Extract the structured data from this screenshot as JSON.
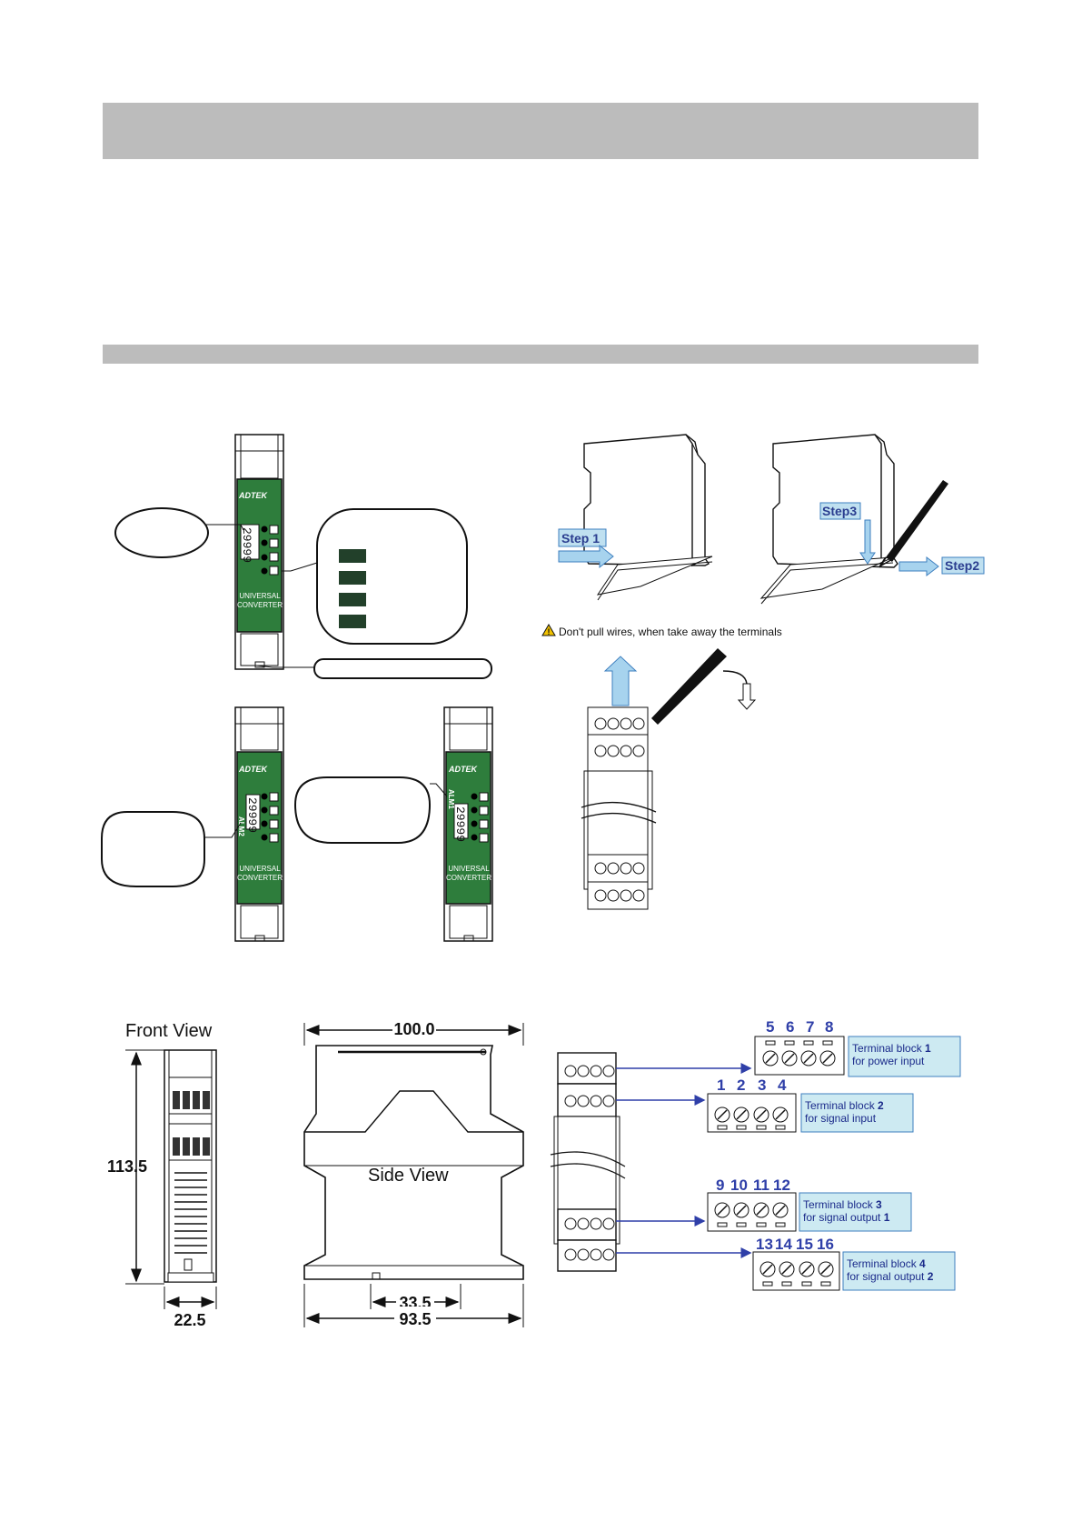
{
  "brand": "ADTEK",
  "device": {
    "display_value": "29999",
    "name_line1": "UNIVERSAL",
    "name_line2": "CONVERTER",
    "side_label_left": "ALM2",
    "side_label_right": "ALM1"
  },
  "mounting": {
    "step1": "Step 1",
    "step2": "Step2",
    "step3": "Step3",
    "warning": "Don't pull wires, when take away the terminals"
  },
  "dimensions": {
    "front_view_label": "Front View",
    "side_view_label": "Side View",
    "width_top": "100.0",
    "height": "113.5",
    "width_front": "22.5",
    "rail_width": "33.5",
    "depth": "93.5"
  },
  "terminals": [
    {
      "pins": [
        "5",
        "6",
        "7",
        "8"
      ],
      "title_prefix": "Terminal block ",
      "number": "1",
      "desc": "for power input"
    },
    {
      "pins": [
        "1",
        "2",
        "3",
        "4"
      ],
      "title_prefix": "Terminal block ",
      "number": "2",
      "desc": "for signal input"
    },
    {
      "pins": [
        "9",
        "10",
        "11",
        "12"
      ],
      "title_prefix": "Terminal block ",
      "number": "3",
      "desc": "for signal output ",
      "desc_number": "1"
    },
    {
      "pins": [
        "13",
        "14",
        "15",
        "16"
      ],
      "title_prefix": "Terminal block ",
      "number": "4",
      "desc": "for signal output ",
      "desc_number": "2"
    }
  ],
  "colors": {
    "device_green": "#2e7d3c",
    "arrow_blue": "#2f3fa8",
    "callout_fill": "#cdeaf2",
    "step_fill": "#bfe0f0"
  }
}
